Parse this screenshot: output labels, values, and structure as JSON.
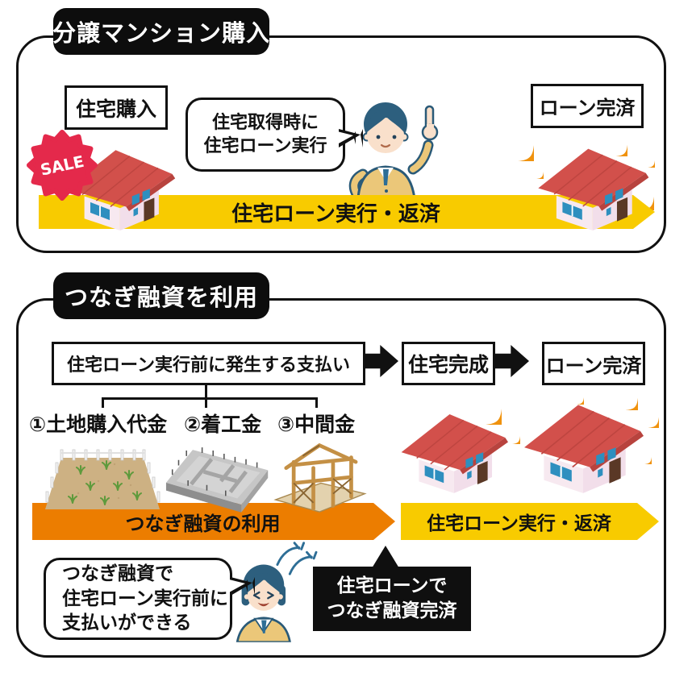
{
  "colors": {
    "accent_yellow": "#F8CB00",
    "accent_orange": "#EC7D00",
    "badge_black": "#0D0D0D",
    "sale_red": "#E4294B",
    "roof_red": "#D2504B",
    "sparkle_orange": "#F0920D",
    "person_hair_blue": "#2D5F7E",
    "person_sweater": "#EBC779"
  },
  "icons": [
    "sale-badge-icon",
    "house-icon",
    "sparkle-icon",
    "man-pointing-icon",
    "woman-happy-icon",
    "joy-marks-icon",
    "land-plot-icon",
    "foundation-icon",
    "house-frame-icon",
    "flow-arrow-icon"
  ],
  "panel_condo": {
    "title": "分譲マンション購入",
    "purchase_box": "住宅購入",
    "sale_badge": "SALE",
    "bubble": {
      "line1": "住宅取得時に",
      "line2": "住宅ローン実行"
    },
    "loan_complete_box": "ローン完済",
    "timeline_arrow": "住宅ローン実行・返済"
  },
  "panel_bridge": {
    "title": "つなぎ融資を利用",
    "payments_box": "住宅ローン実行前に発生する支払い",
    "house_complete_box": "住宅完成",
    "loan_complete_box": "ローン完済",
    "payment_items": [
      "①土地購入代金",
      "②着工金",
      "③中間金"
    ],
    "bridge_arrow": "つなぎ融資の利用",
    "loan_arrow": "住宅ローン実行・返済",
    "bubble": {
      "line1": "つなぎ融資で",
      "line2": "住宅ローン実行前に",
      "line3": "支払いができる"
    },
    "callout": {
      "line1": "住宅ローンで",
      "line2": "つなぎ融資完済"
    }
  }
}
